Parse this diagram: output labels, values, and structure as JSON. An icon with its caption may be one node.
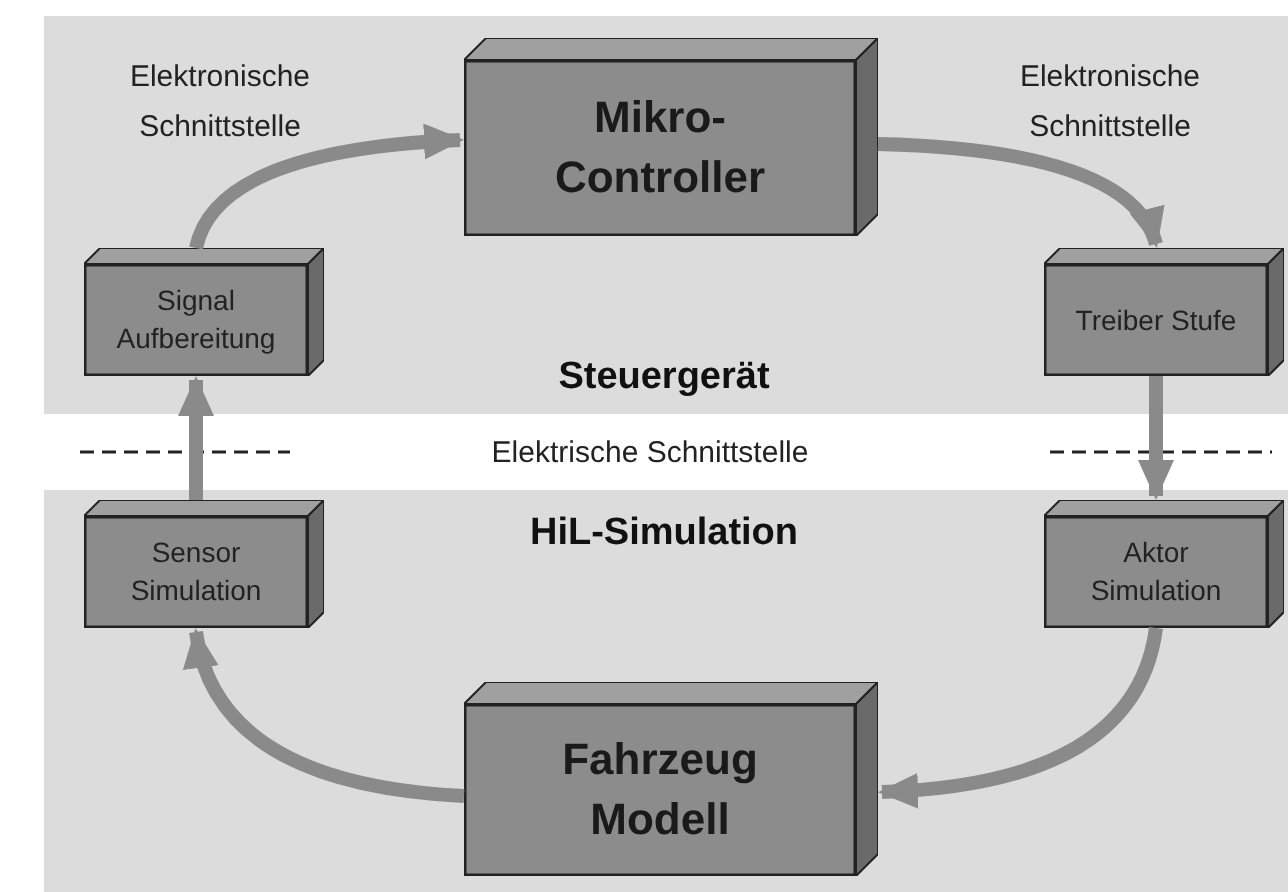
{
  "diagram": {
    "nodes": [
      {
        "text": [
          "Steuergerät"
        ]
      },
      {
        "text": [
          "Mikro- Controller"
        ],
        "in": 0
      },
      {
        "text": [
          "Signal Aufbereitung"
        ],
        "in": 0
      },
      {
        "text": [
          "Treiber Stufe"
        ],
        "in": 0
      },
      {
        "text": [
          "HiL-Simulation"
        ]
      },
      {
        "text": [
          "Sensor Simulation"
        ],
        "in": 4
      },
      {
        "text": [
          "Aktor Simulation"
        ],
        "in": 4
      },
      {
        "text": [
          "Fahrzeug Modell"
        ],
        "in": 4
      }
    ],
    "edges": [
      {
        "from": 2,
        "to": 1,
        "arrow": "to"
      },
      {
        "from": 1,
        "to": 3,
        "arrow": "to"
      },
      {
        "from": 3,
        "to": 6,
        "arrow": "to"
      },
      {
        "from": 6,
        "to": 7,
        "arrow": "to"
      },
      {
        "from": 7,
        "to": 5,
        "arrow": "to"
      },
      {
        "from": 5,
        "to": 2,
        "arrow": "to"
      }
    ],
    "labels": [
      "Elektronische Schnittstelle",
      "Elektronische Schnittstelle",
      "Elektrische Schnittstelle"
    ]
  }
}
